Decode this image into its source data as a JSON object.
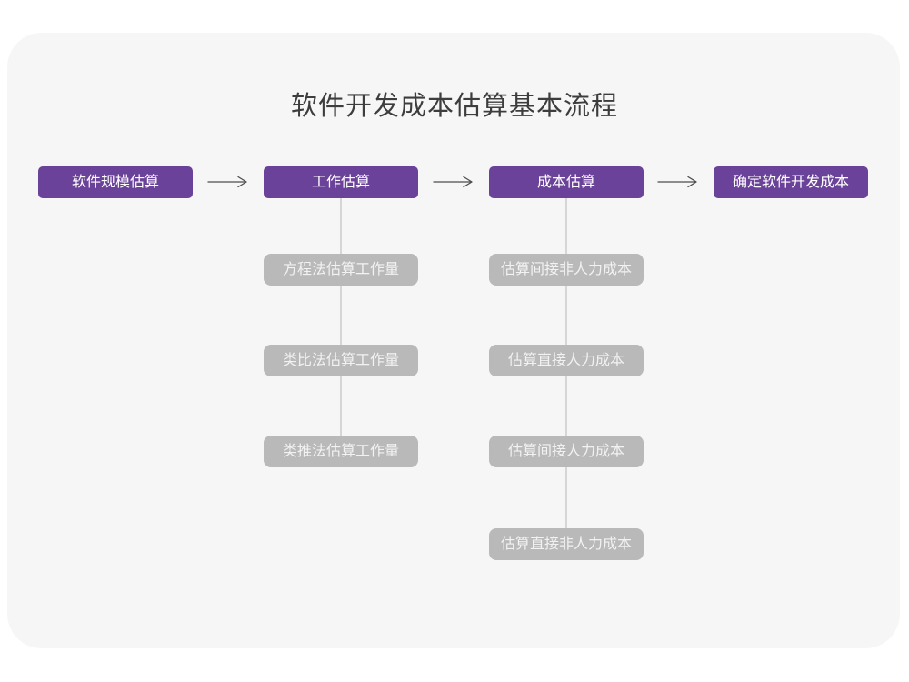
{
  "title": "软件开发成本估算基本流程",
  "stages": [
    {
      "label": "软件规模估算"
    },
    {
      "label": "工作估算"
    },
    {
      "label": "成本估算"
    },
    {
      "label": "确定软件开发成本"
    }
  ],
  "work_estimation_methods": [
    {
      "label": "方程法估算工作量"
    },
    {
      "label": "类比法估算工作量"
    },
    {
      "label": "类推法估算工作量"
    }
  ],
  "cost_estimation_items": [
    {
      "label": "估算间接非人力成本"
    },
    {
      "label": "估算直接人力成本"
    },
    {
      "label": "估算间接人力成本"
    },
    {
      "label": "估算直接非人力成本"
    }
  ],
  "colors": {
    "stage_box": "#6b4299",
    "sub_box": "#b9b9b9",
    "sub_box_text": "#f2f2f2",
    "box_text": "#ffffff",
    "card_background": "#f6f6f6",
    "connector_line": "#d6d6d6",
    "arrow": "#4d4d4d",
    "title_text": "#3d3d3d"
  }
}
